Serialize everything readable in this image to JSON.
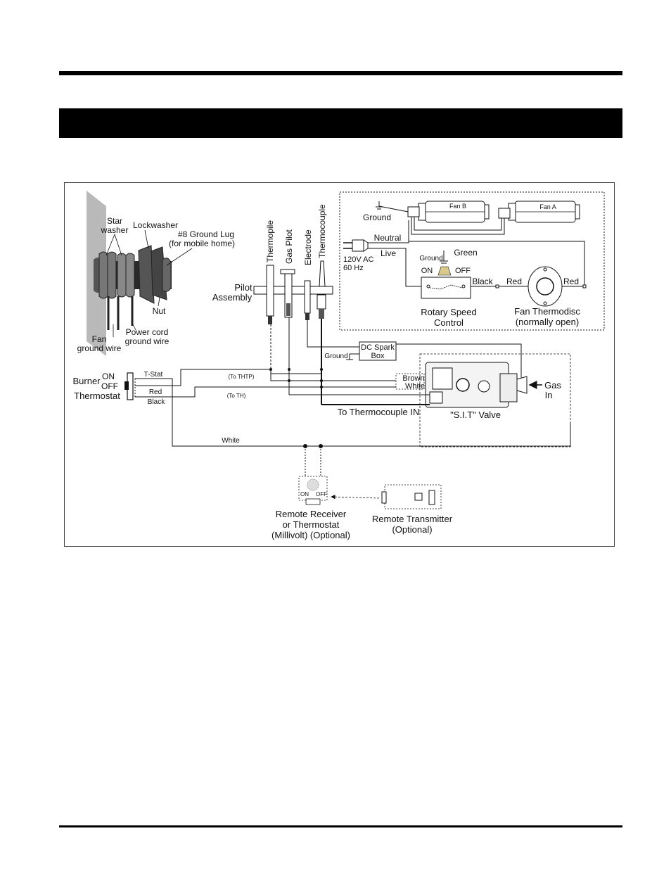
{
  "colors": {
    "ink": "#111111",
    "bar": "#000000",
    "panel": "#b9b9b9"
  },
  "labels": {
    "star_washer_1": "Star",
    "star_washer_2": "washer",
    "lockwasher": "Lockwasher",
    "ground_lug_1": "#8 Ground Lug",
    "ground_lug_2": "(for mobile home)",
    "nut": "Nut",
    "fan_ground_1": "Fan",
    "fan_ground_2": "ground wire",
    "power_ground_1": "Power cord",
    "power_ground_2": "ground wire",
    "thermopile": "Thermopile",
    "gas_pilot": "Gas Pilot",
    "electrode": "Electrode",
    "thermocouple": "Thermocouple",
    "pilot_1": "Pilot",
    "pilot_2": "Assembly",
    "fan_ground": "Ground",
    "fan_b": "Fan B",
    "fan_a": "Fan A",
    "neutral": "Neutral",
    "live": "Live",
    "power_1": "120V AC",
    "power_2": "60 Hz",
    "ctrl_ground": "Ground",
    "green": "Green",
    "on": "ON",
    "off": "OFF",
    "black_top": "Black",
    "red_1": "Red",
    "red_2": "Red",
    "rotary_1": "Rotary Speed",
    "rotary_2": "Control",
    "thermodisc_1": "Fan Thermodisc",
    "thermodisc_2": "(normally open)",
    "spark_1": "DC Spark",
    "spark_2": "Box",
    "spark_ground": "Ground",
    "burner": "Burner",
    "burner_on": "ON",
    "burner_off": "OFF",
    "thermostat": "Thermostat",
    "tstat": "T-Stat",
    "red_sw": "Red",
    "black_sw": "Black",
    "to_thtp": "(To THTP)",
    "to_th": "(To TH)",
    "brown": "Brown",
    "white_valve": "White",
    "gas_in_1": "Gas",
    "gas_in_2": "In",
    "to_tc_in": "To Thermocouple IN",
    "sit_valve": "\"S.I.T\" Valve",
    "white_loop": "White",
    "rx_on": "ON",
    "rx_off": "OFF",
    "receiver_1": "Remote Receiver",
    "receiver_2": "or Thermostat",
    "receiver_3": "(Millivolt) (Optional)",
    "transmitter_1": "Remote Transmitter",
    "transmitter_2": "(Optional)"
  }
}
